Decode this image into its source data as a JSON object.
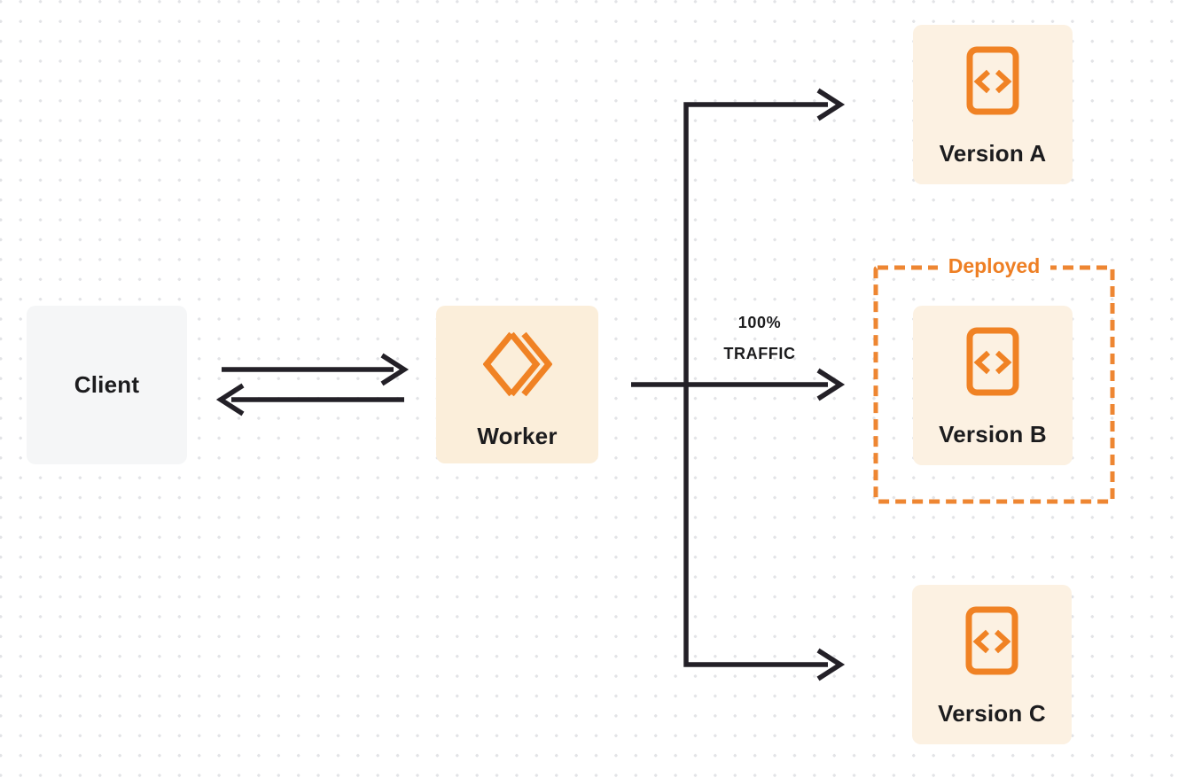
{
  "nodes": {
    "client": {
      "label": "Client"
    },
    "worker": {
      "label": "Worker"
    },
    "version_a": {
      "label": "Version A"
    },
    "version_b": {
      "label": "Version B"
    },
    "version_c": {
      "label": "Version C"
    }
  },
  "group": {
    "deployed_label": "Deployed"
  },
  "traffic": {
    "percent": "100%",
    "word": "TRAFFIC"
  },
  "icons": {
    "worker": "cloudflare-workers-icon",
    "version": "code-file-icon"
  },
  "colors": {
    "accent_orange": "#F08224",
    "deployed_orange": "#EE7F24",
    "worker_box_bg": "#FBEEDA",
    "version_box_bg": "#FCF1E2",
    "client_box_bg": "#F5F6F7",
    "arrow_dark": "#232027",
    "text_dark": "#1C1C1E",
    "dot_grid": "#E2E3E6"
  }
}
